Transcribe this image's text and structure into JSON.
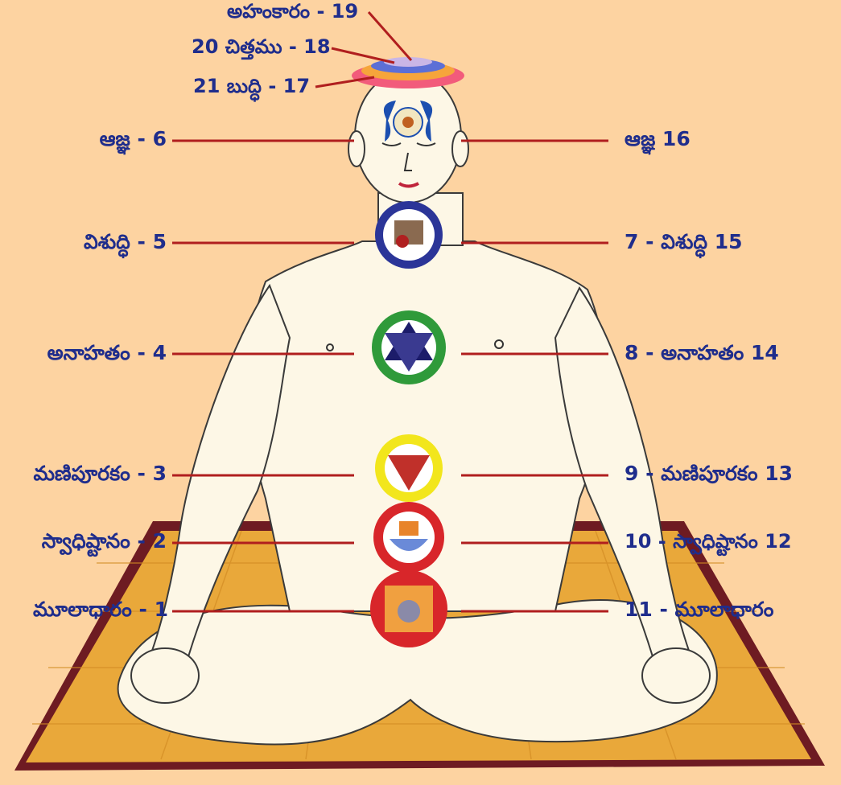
{
  "colors": {
    "background": "#fdd3a1",
    "label_text": "#1f2d8c",
    "pointer_line": "#b01e1e",
    "mat_fill": "#e9a83a",
    "mat_border": "#6e1b22",
    "body_fill": "#fdf7e6"
  },
  "crown_labels": {
    "ahamkaram": "అహంకారం - 19",
    "chittamu": "20 చిత్తము - 18",
    "buddhi": "21 బుద్ధి - 17"
  },
  "left_labels": {
    "agna": "ఆజ్ఞ - 6",
    "vishuddhi": "విశుద్ధి - 5",
    "anahatam": "అనాహతం - 4",
    "manipurakam": "మణిపూరకం - 3",
    "swadhishtanam": "స్వాధిష్టానం - 2",
    "muladharam": "మూలాధారం - 1"
  },
  "right_labels": {
    "agna": "ఆజ్ఞ 16",
    "vishuddhi": "7 - విశుద్ధి 15",
    "anahatam": "8 - అనాహతం 14",
    "manipurakam": "9 - మణిపూరకం 13",
    "swadhishtanam": "10 - స్వాధిష్టానం 12",
    "muladharam": "11 - మూలాధారం"
  },
  "chakra_icons": [
    "agna-chakra-icon",
    "vishuddhi-chakra-icon",
    "anahata-chakra-icon",
    "manipura-chakra-icon",
    "swadhishtana-chakra-icon",
    "muladhara-chakra-icon",
    "crown-icon"
  ]
}
